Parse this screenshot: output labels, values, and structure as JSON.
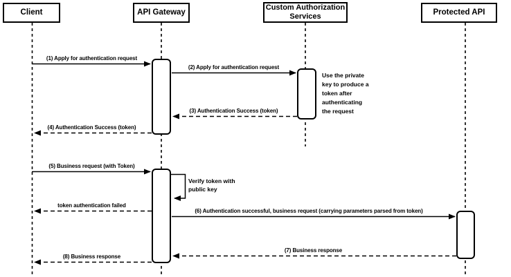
{
  "diagram": {
    "type": "sequence-diagram",
    "topic": "API Gateway token authentication flow",
    "colors": {
      "line": "#000000",
      "background": "#ffffff",
      "box_fill": "#ffffff",
      "text": "#000000"
    }
  },
  "actors": [
    {
      "label": "Client"
    },
    {
      "label": "API Gateway"
    },
    {
      "label": "Custom Authorization Services"
    },
    {
      "label": "Protected API"
    }
  ],
  "messages": [
    {
      "seq": "1",
      "label": "(1) Apply for authentication request",
      "from": "Client",
      "to": "API Gateway",
      "line": "solid"
    },
    {
      "seq": "2",
      "label": "(2) Apply for authentication request",
      "from": "API Gateway",
      "to": "Custom Authorization Services",
      "line": "solid"
    },
    {
      "seq": "3",
      "label": "(3) Authentication Success (token)",
      "from": "Custom Authorization Services",
      "to": "API Gateway",
      "line": "dashed"
    },
    {
      "seq": "4",
      "label": "(4) Authentication Success (token)",
      "from": "API Gateway",
      "to": "Client",
      "line": "dashed"
    },
    {
      "seq": "5",
      "label": "(5) Business request (with Token)",
      "from": "Client",
      "to": "API Gateway",
      "line": "solid"
    },
    {
      "seq": "",
      "label": "Verify token with public key",
      "from": "API Gateway",
      "to": "API Gateway",
      "line": "solid",
      "kind": "self"
    },
    {
      "seq": "",
      "label": "token authentication failed",
      "from": "API Gateway",
      "to": "Client",
      "line": "dashed"
    },
    {
      "seq": "6",
      "label": "(6) Authentication successful, business request (carrying parameters parsed from token)",
      "from": "API Gateway",
      "to": "Protected API",
      "line": "solid"
    },
    {
      "seq": "7",
      "label": "(7) Business response",
      "from": "Protected API",
      "to": "API Gateway",
      "line": "dashed"
    },
    {
      "seq": "8",
      "label": "(8) Business response",
      "from": "API Gateway",
      "to": "Client",
      "line": "dashed"
    }
  ],
  "notes": [
    {
      "label": "Use the private key to produce a token after authenticating the request",
      "attached_to": "Custom Authorization Services"
    }
  ]
}
